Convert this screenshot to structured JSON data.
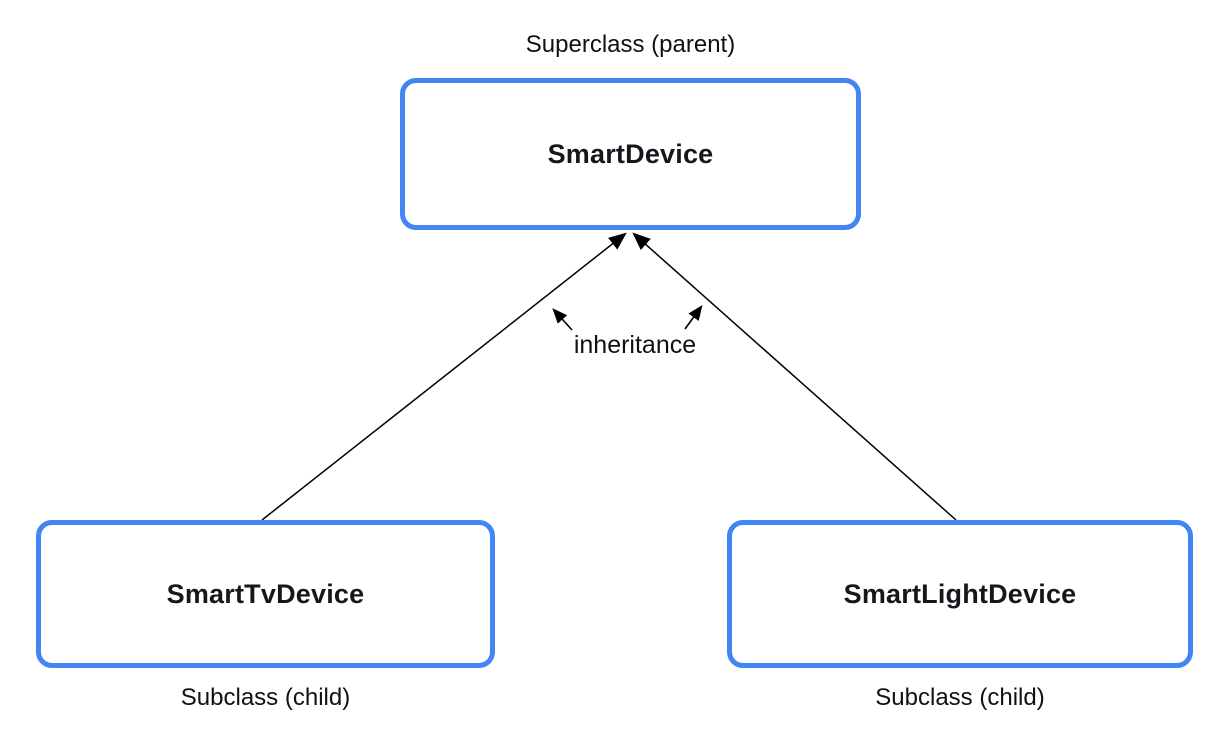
{
  "diagram": {
    "superclass_caption": "Superclass (parent)",
    "superclass": {
      "label": "SmartDevice"
    },
    "subclasses": [
      {
        "label": "SmartTvDevice",
        "caption": "Subclass (child)"
      },
      {
        "label": "SmartLightDevice",
        "caption": "Subclass (child)"
      }
    ],
    "relationship_label": "inheritance",
    "colors": {
      "box_border": "#4285F4",
      "arrow": "#000000",
      "text": "#111111",
      "background": "#FFFFFF"
    }
  }
}
